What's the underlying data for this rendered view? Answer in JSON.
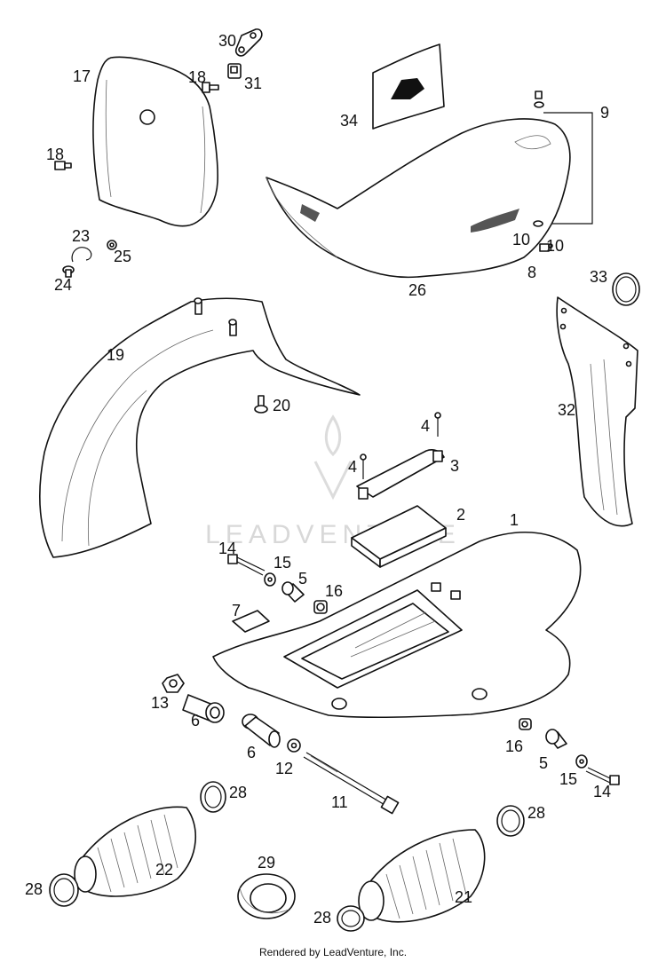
{
  "parts": [
    {
      "id": "30",
      "text": "30"
    },
    {
      "id": "31",
      "text": "31"
    },
    {
      "id": "17",
      "text": "17"
    },
    {
      "id": "18a",
      "text": "18"
    },
    {
      "id": "18b",
      "text": "18"
    },
    {
      "id": "34",
      "text": "34"
    },
    {
      "id": "9",
      "text": "9"
    },
    {
      "id": "23",
      "text": "23"
    },
    {
      "id": "25",
      "text": "25"
    },
    {
      "id": "24",
      "text": "24"
    },
    {
      "id": "10a",
      "text": "10"
    },
    {
      "id": "10b",
      "text": "10"
    },
    {
      "id": "8",
      "text": "8"
    },
    {
      "id": "33",
      "text": "33"
    },
    {
      "id": "26",
      "text": "26"
    },
    {
      "id": "19",
      "text": "19"
    },
    {
      "id": "20",
      "text": "20"
    },
    {
      "id": "32",
      "text": "32"
    },
    {
      "id": "4a",
      "text": "4"
    },
    {
      "id": "4b",
      "text": "4"
    },
    {
      "id": "3",
      "text": "3"
    },
    {
      "id": "2",
      "text": "2"
    },
    {
      "id": "1",
      "text": "1"
    },
    {
      "id": "14a",
      "text": "14"
    },
    {
      "id": "15a",
      "text": "15"
    },
    {
      "id": "5a",
      "text": "5"
    },
    {
      "id": "16a",
      "text": "16"
    },
    {
      "id": "7",
      "text": "7"
    },
    {
      "id": "13",
      "text": "13"
    },
    {
      "id": "6a",
      "text": "6"
    },
    {
      "id": "6b",
      "text": "6"
    },
    {
      "id": "12",
      "text": "12"
    },
    {
      "id": "11",
      "text": "11"
    },
    {
      "id": "16b",
      "text": "16"
    },
    {
      "id": "5b",
      "text": "5"
    },
    {
      "id": "15b",
      "text": "15"
    },
    {
      "id": "14b",
      "text": "14"
    },
    {
      "id": "28a",
      "text": "28"
    },
    {
      "id": "28b",
      "text": "28"
    },
    {
      "id": "22",
      "text": "22"
    },
    {
      "id": "29",
      "text": "29"
    },
    {
      "id": "21",
      "text": "21"
    },
    {
      "id": "28c",
      "text": "28"
    },
    {
      "id": "28d",
      "text": "28"
    }
  ],
  "watermark": "LEADVENTURE",
  "footer": "Rendered by LeadVenture, Inc."
}
